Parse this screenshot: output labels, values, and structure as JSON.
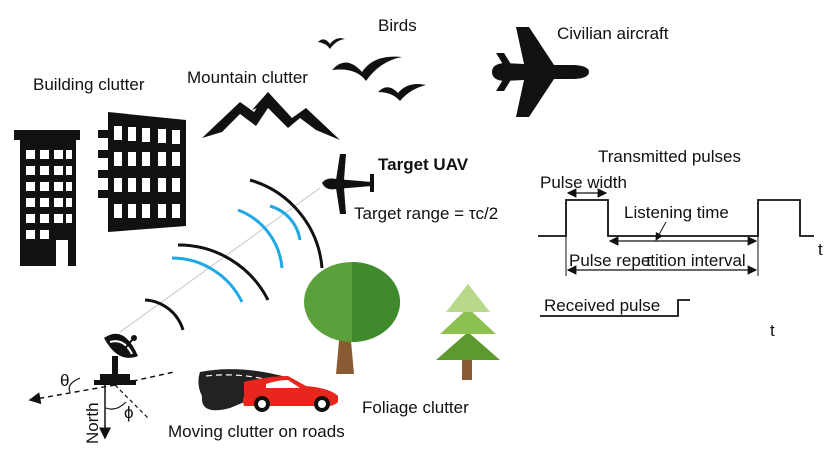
{
  "labels": {
    "birds": "Birds",
    "civilian_aircraft": "Civilian aircraft",
    "building_clutter": "Building clutter",
    "mountain_clutter": "Mountain clutter",
    "target_uav": "Target UAV",
    "target_range": "Target range = τc/2",
    "transmitted_pulses": "Transmitted pulses",
    "pulse_width": "Pulse width",
    "listening_time": "Listening time",
    "tau": "τ",
    "pri": "Pulse repetition interval",
    "received_pulse": "Received pulse",
    "t_axis_1": "t",
    "t_axis_2": "t",
    "theta": "θ",
    "phi": "ϕ",
    "north": "North",
    "foliage_clutter": "Foliage clutter",
    "moving_clutter": "Moving clutter on roads"
  },
  "colors": {
    "ink": "#111111",
    "wave_blue": "#1ea9e6",
    "car_red": "#e8261d",
    "tree_green": "#5aa13c",
    "tree_dark": "#3f8a2c",
    "pine_light": "#b8d98a",
    "pine_mid": "#8cc152",
    "pine_dark": "#5b9a2f",
    "trunk_brown": "#8a5a33",
    "road": "#222222"
  },
  "icons": [
    "birds-icon",
    "airplane-icon",
    "building-icon",
    "mountain-icon",
    "uav-icon",
    "radar-dish-icon",
    "tree-icon",
    "pine-tree-icon",
    "car-icon",
    "road-icon"
  ]
}
